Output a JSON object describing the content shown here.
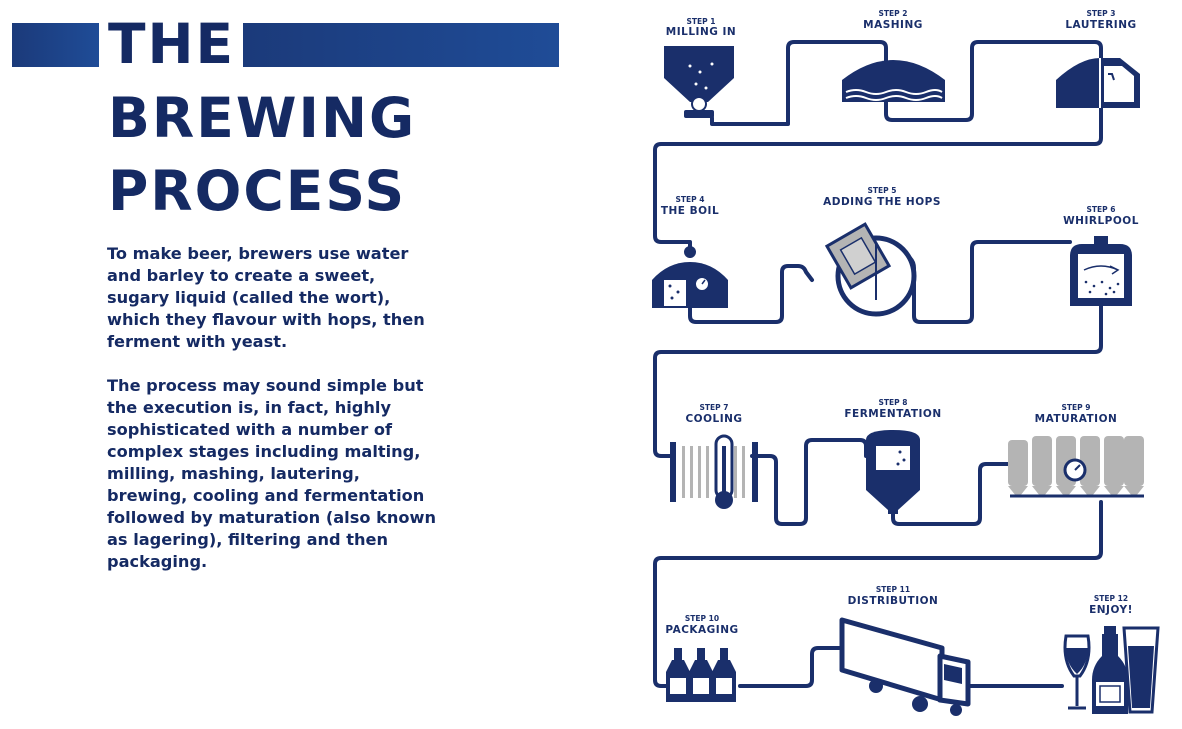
{
  "header": {
    "title_lines": [
      "THE",
      "BREWING",
      "PROCESS"
    ]
  },
  "intro": {
    "paragraph_1": "To make beer, brewers use water and barley to create a sweet, sugary liquid (called the wort), which they flavour with hops, then ferment with yeast.",
    "paragraph_2": "The process may sound simple but the execution is, in fact, highly sophisticated with a number of complex stages including malting, milling, mashing, lautering, brewing, cooling and fermentation followed by maturation (also known as lagering), filtering and then packaging."
  },
  "colors": {
    "navy": "#1a2f6b",
    "pipe": "#1a2f6b",
    "grey": "#b4b4b4"
  },
  "steps": [
    {
      "number": "STEP 1",
      "name": "MILLING IN",
      "icon": "mill-hopper-icon"
    },
    {
      "number": "STEP 2",
      "name": "MASHING",
      "icon": "mash-tun-icon"
    },
    {
      "number": "STEP 3",
      "name": "LAUTERING",
      "icon": "lauter-tun-icon"
    },
    {
      "number": "STEP 4",
      "name": "THE BOIL",
      "icon": "boil-kettle-icon"
    },
    {
      "number": "STEP 5",
      "name": "ADDING THE HOPS",
      "icon": "hops-bucket-icon"
    },
    {
      "number": "STEP 6",
      "name": "WHIRLPOOL",
      "icon": "whirlpool-tank-icon"
    },
    {
      "number": "STEP 7",
      "name": "COOLING",
      "icon": "cooler-thermometer-icon"
    },
    {
      "number": "STEP 8",
      "name": "FERMENTATION",
      "icon": "fermenter-icon"
    },
    {
      "number": "STEP 9",
      "name": "MATURATION",
      "icon": "maturation-tanks-icon"
    },
    {
      "number": "STEP 10",
      "name": "PACKAGING",
      "icon": "bottles-icon"
    },
    {
      "number": "STEP 11",
      "name": "DISTRIBUTION",
      "icon": "truck-icon"
    },
    {
      "number": "STEP 12",
      "name": "ENJOY!",
      "icon": "beer-glasses-icon"
    }
  ]
}
